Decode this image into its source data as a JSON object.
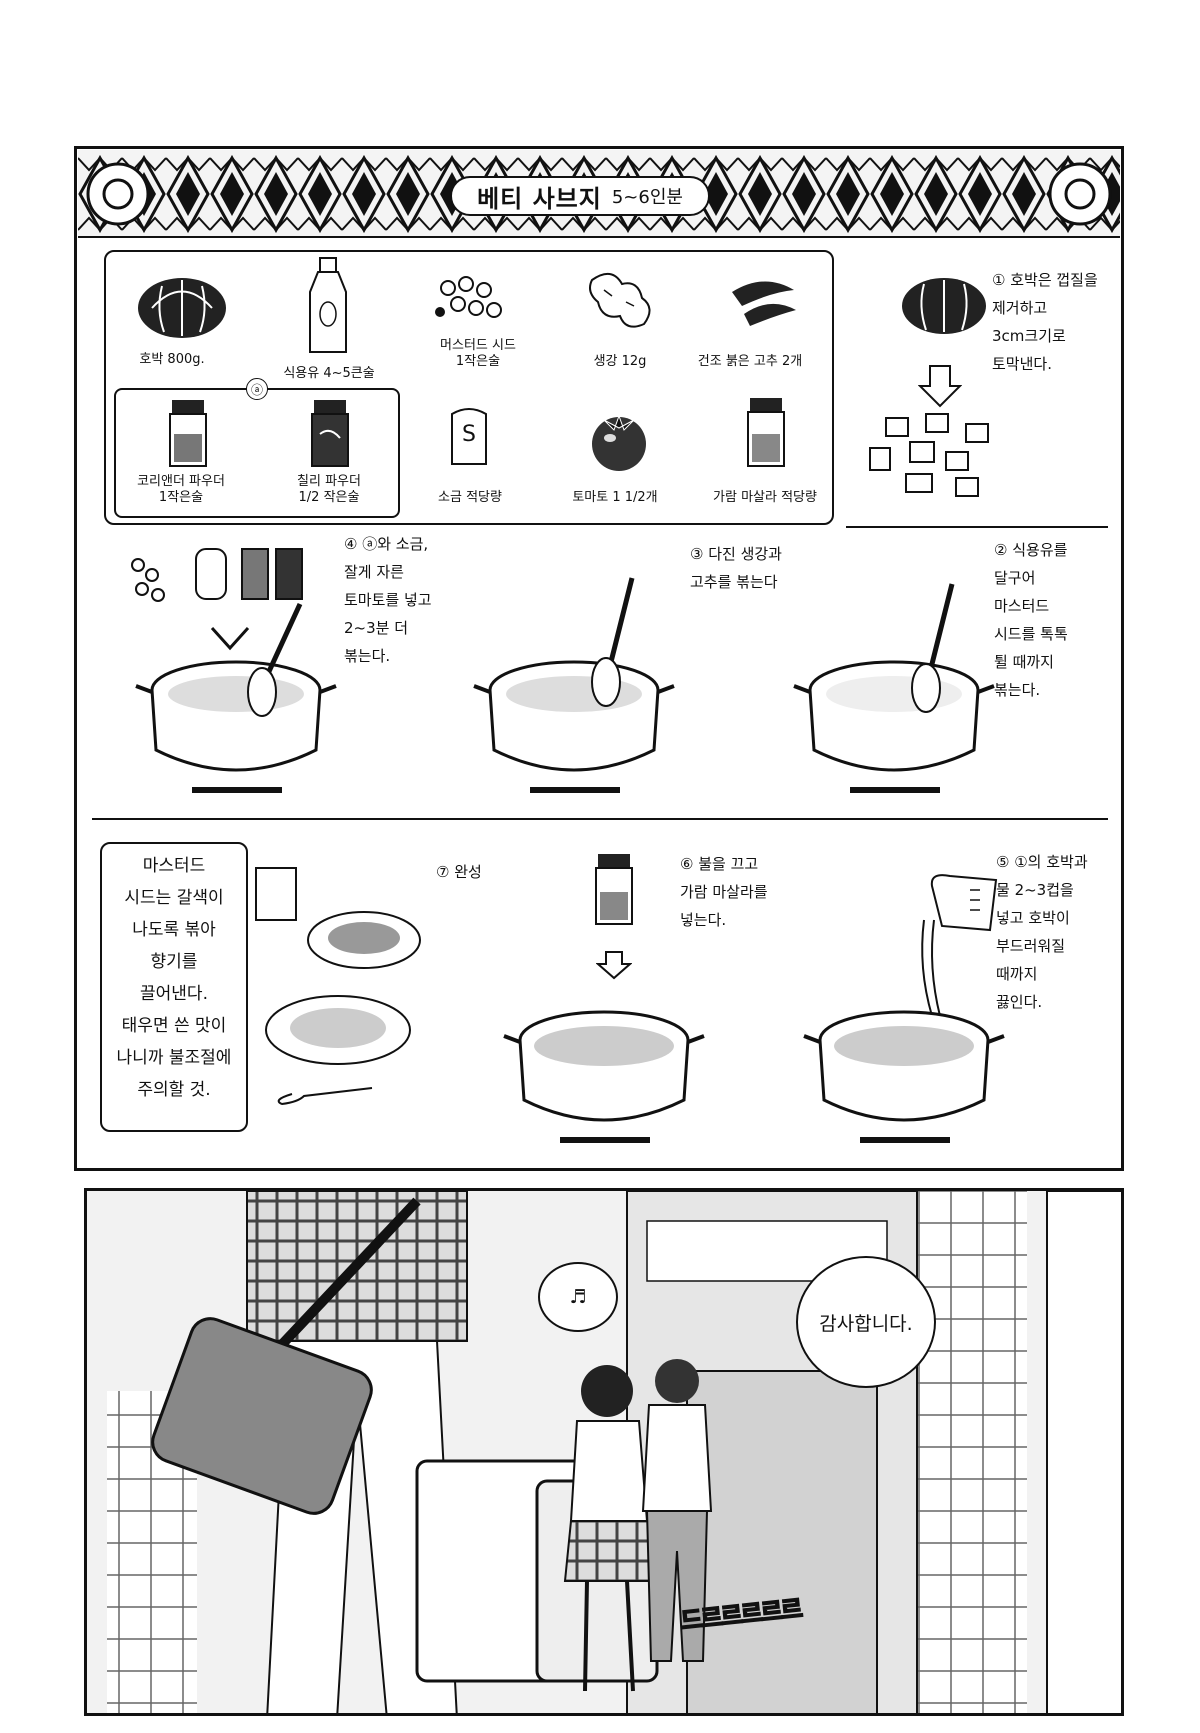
{
  "recipe": {
    "title": "베티 사브지",
    "servings": "5~6인분",
    "ingredients": [
      {
        "label": "호박 800g."
      },
      {
        "label": "식용유 4~5큰술"
      },
      {
        "label": "머스터드 시드\n1작은술"
      },
      {
        "label": "생강 12g"
      },
      {
        "label": "건조 붉은 고추 2개"
      },
      {
        "label": "코리앤더 파우더\n1작은술"
      },
      {
        "label": "칠리 파우더\n1/2 작은술"
      },
      {
        "label": "소금 적당량"
      },
      {
        "label": "토마토 1 1/2개"
      },
      {
        "label": "가람 마살라 적당량"
      }
    ],
    "group_marker": "ⓐ",
    "salt_symbol": "S",
    "steps": {
      "step1": "① 호박은 껍질을\n제거하고\n3cm크기로\n토막낸다.",
      "step2": "② 식용유를\n달구어\n마스터드\n시드를 톡톡\n튈 때까지\n볶는다.",
      "step3": "③ 다진 생강과\n고추를 볶는다",
      "step4": "④ ⓐ와 소금,\n잘게 자른\n토마토를 넣고\n2~3분 더\n볶는다.",
      "step5": "⑤ ①의 호박과\n물 2~3컵을\n넣고 호박이\n부드러워질\n때까지\n끓인다.",
      "step6": "⑥ 불을 끄고\n가람 마살라를\n넣는다.",
      "step7": "⑦ 완성"
    },
    "note": "마스터드\n시드는 갈색이\n나도록 볶아\n향기를\n끌어낸다.\n태우면 쓴 맛이\n나니까 불조절에\n주의할 것."
  },
  "comic": {
    "speech_thanks": "감사합니다.",
    "speech_music": "♬",
    "sfx": "드르르르르르"
  },
  "colors": {
    "ink": "#111111",
    "paper": "#ffffff",
    "screentone": "#b0b0b0"
  }
}
